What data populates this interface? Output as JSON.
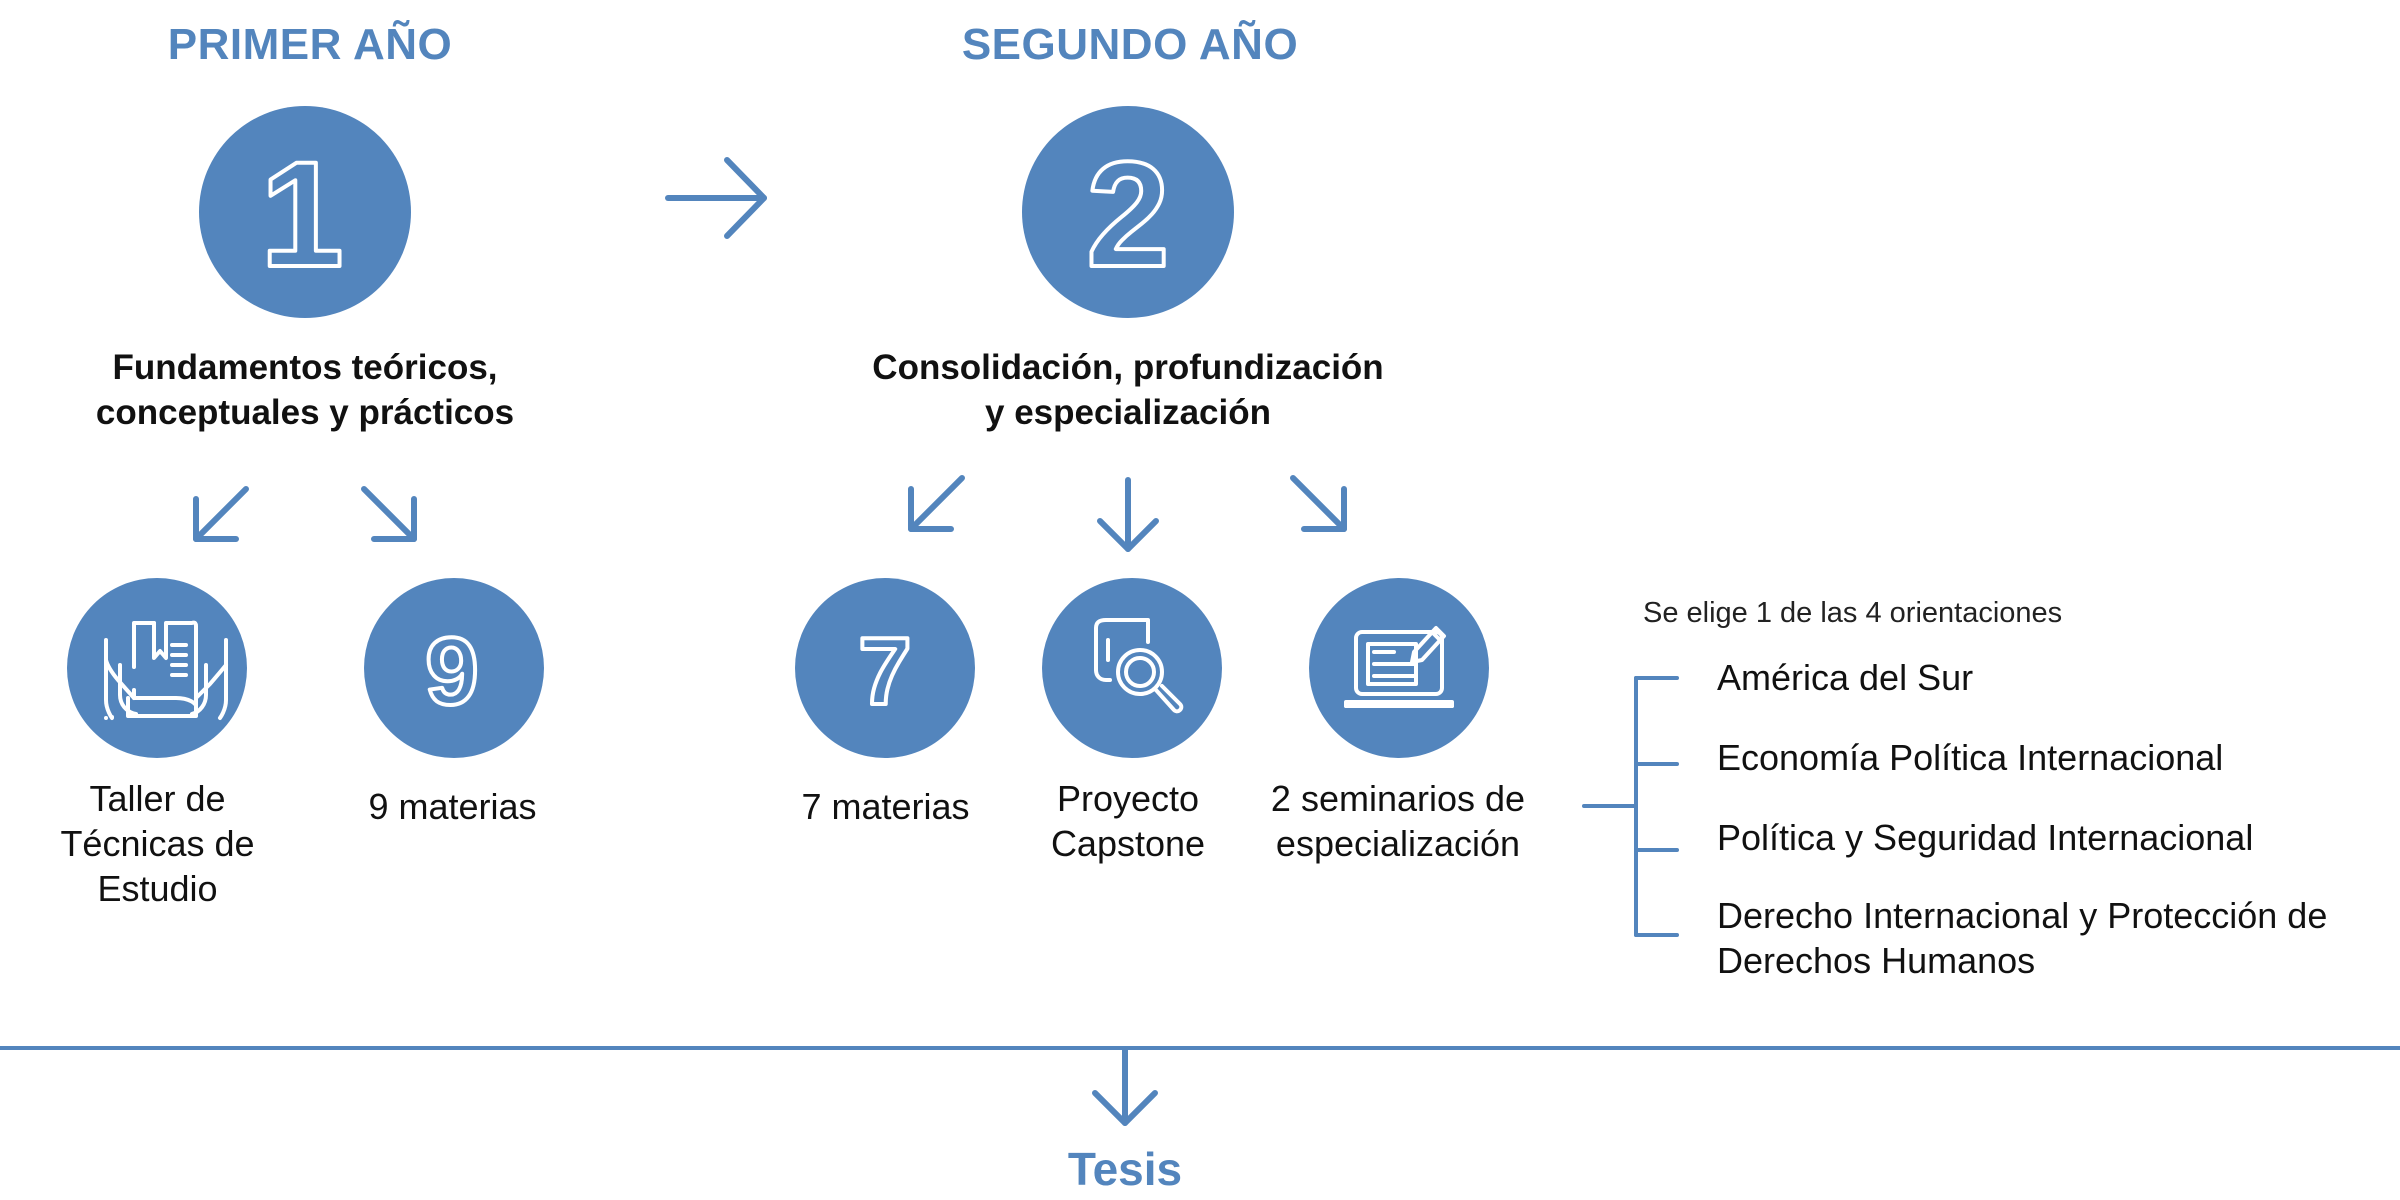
{
  "colors": {
    "accent": "#5385bd",
    "text": "#111111",
    "white": "#ffffff"
  },
  "years": [
    {
      "title": "PRIMER AÑO",
      "step": "1",
      "stage_line1": "Fundamentos teóricos,",
      "stage_line2": "conceptuales y prácticos"
    },
    {
      "title": "SEGUNDO AÑO",
      "step": "2",
      "stage_line1": "Consolidación, profundización",
      "stage_line2": "y especialización"
    }
  ],
  "items": [
    {
      "icon": "book-icon",
      "label_lines": [
        "Taller de",
        "Técnicas de",
        "Estudio"
      ]
    },
    {
      "number": "9",
      "label_lines": [
        "9 materias"
      ]
    },
    {
      "number": "7",
      "label_lines": [
        "7 materias"
      ]
    },
    {
      "icon": "magnifier-document-icon",
      "label_lines": [
        "Proyecto",
        "Capstone"
      ]
    },
    {
      "icon": "laptop-edit-icon",
      "label_lines": [
        "2 seminarios de",
        "especialización"
      ]
    }
  ],
  "orientations": {
    "note": "Se elige 1 de las 4 orientaciones",
    "options": [
      "América del Sur",
      "Economía Política Internacional",
      "Política y Seguridad Internacional",
      "Derecho Internacional y Protección de Derechos Humanos"
    ],
    "option4_line1": "Derecho Internacional y Protección de",
    "option4_line2": "Derechos Humanos"
  },
  "final": "Tesis"
}
